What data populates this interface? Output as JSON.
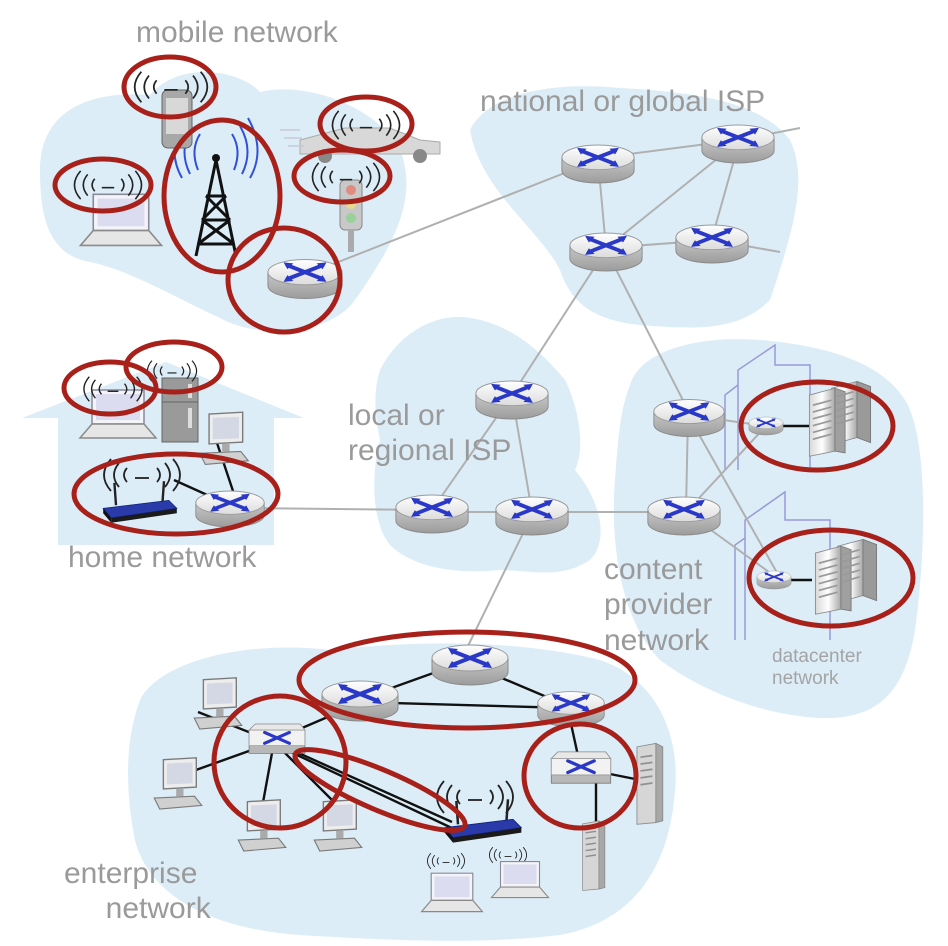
{
  "labels": {
    "mobile": "mobile network",
    "national": "national or global ISP",
    "local": "local or\nregional ISP",
    "home": "home network",
    "content": "content\nprovider\nnetwork",
    "datacenter": "datacenter\nnetwork",
    "enterprise": "enterprise\n     network"
  },
  "colors": {
    "region_fill": "#dcedf8",
    "highlight_ring": "#a8201a",
    "router_x": "#2a38c8",
    "link": "#b0b0b0",
    "enterprise_link": "#111111",
    "datacenter_outline": "#9a9ad8",
    "label_text": "#9a9a9a"
  },
  "icons": [
    "router-icon",
    "switch-icon",
    "cell-tower-icon",
    "wifi-signal-icon",
    "laptop-icon",
    "desktop-icon",
    "server-rack-icon",
    "server-tower-icon",
    "wifi-router-icon",
    "phone-icon",
    "car-icon",
    "traffic-light-icon",
    "refrigerator-icon"
  ]
}
